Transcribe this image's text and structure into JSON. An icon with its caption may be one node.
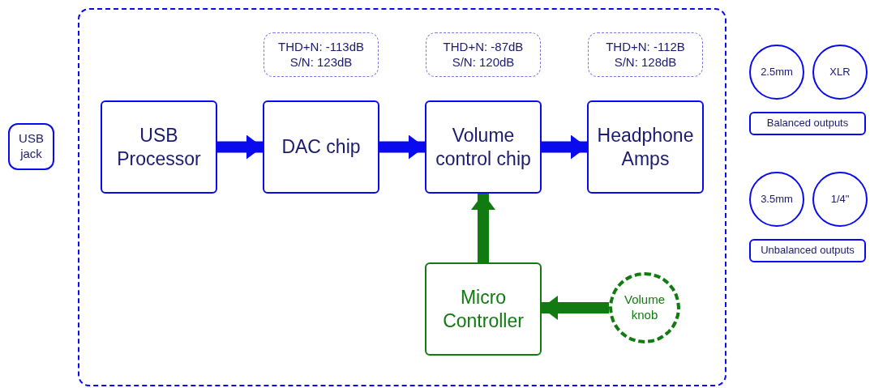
{
  "diagram": {
    "nodes": [
      {
        "text": [
          "USB jack"
        ]
      },
      {
        "text": [],
        "shape": "box"
      },
      {
        "text": [
          "THD+N: -113dB",
          "S/N: 123dB"
        ],
        "in": 1
      },
      {
        "text": [
          "THD+N: -87dB",
          "S/N: 120dB"
        ],
        "in": 1
      },
      {
        "text": [
          "THD+N: -112B",
          "S/N: 128dB"
        ],
        "in": 1
      },
      {
        "text": [
          "USB Processor"
        ],
        "in": 1
      },
      {
        "text": [
          "DAC chip"
        ],
        "in": 1
      },
      {
        "text": [
          "Volume control chip"
        ],
        "in": 1
      },
      {
        "text": [
          "Headphone Amps"
        ],
        "in": 1
      },
      {
        "text": [
          "Micro Controller"
        ],
        "in": 1
      },
      {
        "text": [
          "Volume knob"
        ],
        "in": 1
      },
      {
        "text": [
          "2.5mm"
        ]
      },
      {
        "text": [
          "XLR"
        ]
      },
      {
        "text": [
          "Balanced outputs"
        ]
      },
      {
        "text": [
          "3.5mm"
        ]
      },
      {
        "text": [
          "1/4\""
        ]
      },
      {
        "text": [
          "Unbalanced outputs"
        ]
      }
    ],
    "edges": [
      {
        "from": 5,
        "to": 6,
        "arrow": "to"
      },
      {
        "from": 6,
        "to": 7,
        "arrow": "to"
      },
      {
        "from": 7,
        "to": 8,
        "arrow": "to"
      },
      {
        "from": 9,
        "to": 7,
        "arrow": "to",
        "color": "#117a11"
      },
      {
        "from": 10,
        "to": 9,
        "arrow": "to",
        "color": "#117a11"
      }
    ]
  }
}
